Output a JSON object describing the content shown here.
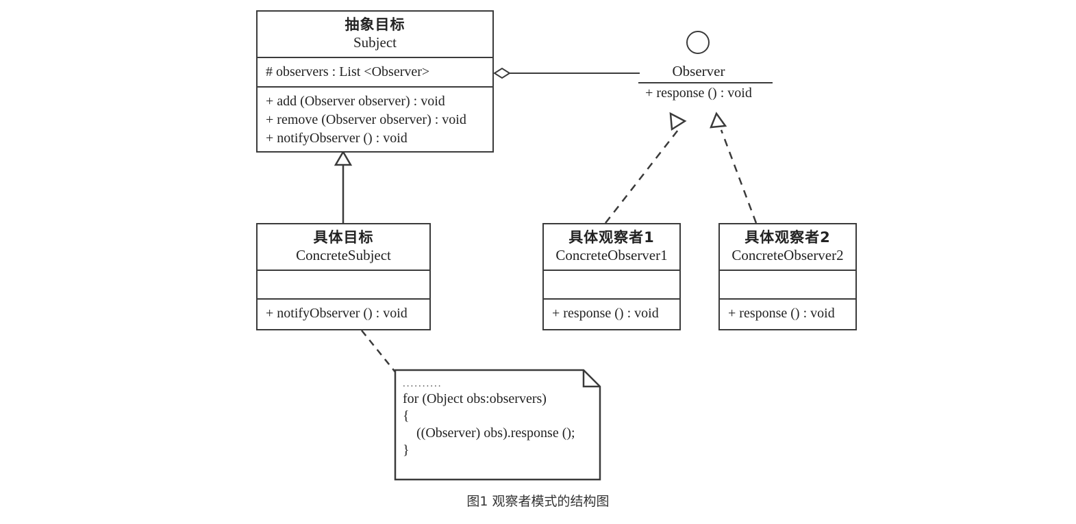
{
  "diagram": {
    "caption": "图1 观察者模式的结构图",
    "line_color": "#3a3a3a",
    "background": "#ffffff",
    "classes": [
      {
        "id": "subject",
        "name_zh": "抽象目标",
        "name_en": "Subject",
        "attributes": [
          "# observers : List <Observer>"
        ],
        "operations": [
          "+ add (Observer observer) : void",
          "+ remove (Observer observer) : void",
          "+ notifyObserver () : void"
        ]
      },
      {
        "id": "concrete-subject",
        "name_zh": "具体目标",
        "name_en": "ConcreteSubject",
        "attributes": [],
        "operations": [
          "+ notifyObserver () : void"
        ]
      },
      {
        "id": "concrete-observer-1",
        "name_zh": "具体观察者1",
        "name_en": "ConcreteObserver1",
        "attributes": [],
        "operations": [
          "+ response () : void"
        ]
      },
      {
        "id": "concrete-observer-2",
        "name_zh": "具体观察者2",
        "name_en": "ConcreteObserver2",
        "attributes": [],
        "operations": [
          "+ response () : void"
        ]
      }
    ],
    "interface": {
      "id": "observer",
      "name": "Observer",
      "operation": "+ response () : void",
      "notation": "circle-lollipop"
    },
    "note": {
      "lines": [
        "..........",
        "for (Object obs:observers)",
        "{",
        "    ((Observer) obs).response ();",
        "}"
      ]
    },
    "relationships": [
      {
        "type": "aggregation",
        "from": "subject",
        "to": "observer",
        "marker": "hollow-diamond"
      },
      {
        "type": "generalization",
        "from": "concrete-subject",
        "to": "subject",
        "marker": "hollow-triangle"
      },
      {
        "type": "realization",
        "from": "concrete-observer-1",
        "to": "observer",
        "marker": "hollow-triangle-dashed"
      },
      {
        "type": "realization",
        "from": "concrete-observer-2",
        "to": "observer",
        "marker": "hollow-triangle-dashed"
      },
      {
        "type": "note-anchor",
        "from": "concrete-subject",
        "to": "note",
        "marker": "dashed"
      }
    ]
  }
}
